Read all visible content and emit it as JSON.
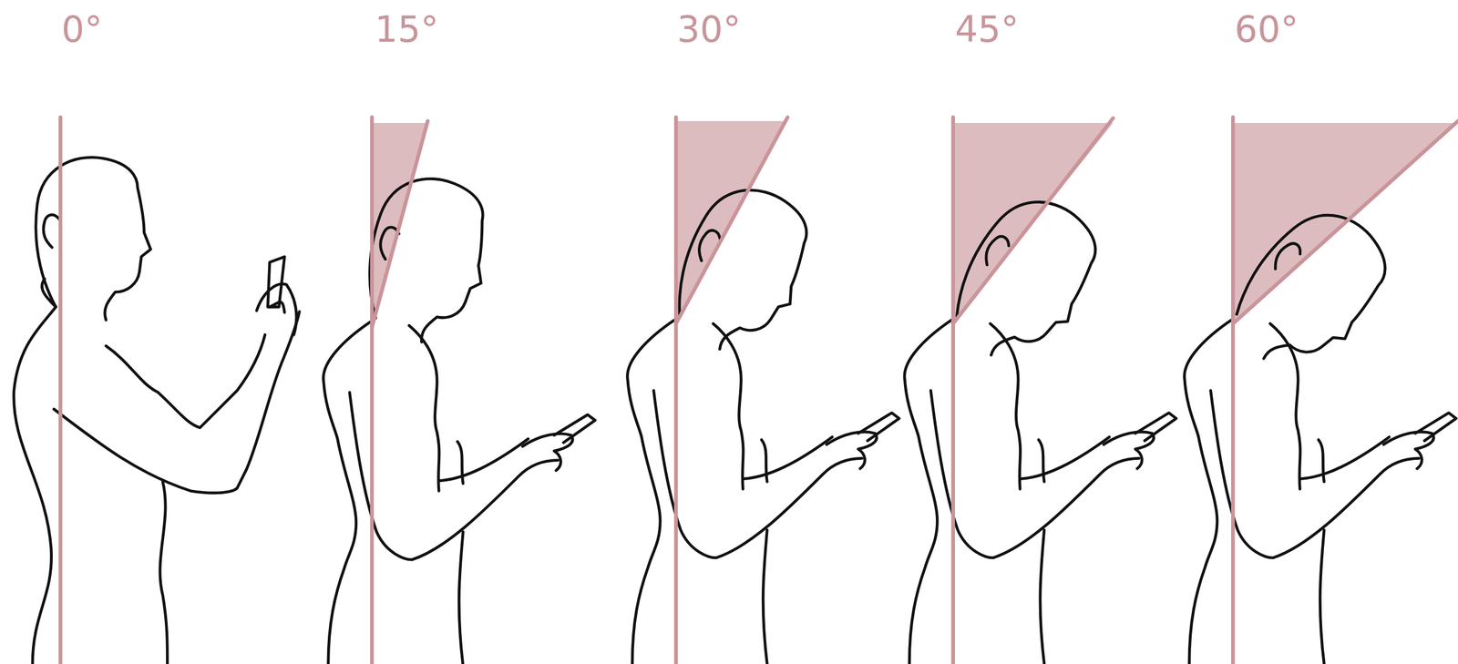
{
  "diagram": {
    "labels": [
      "0°",
      "15°",
      "30°",
      "45°",
      "60°"
    ]
  }
}
